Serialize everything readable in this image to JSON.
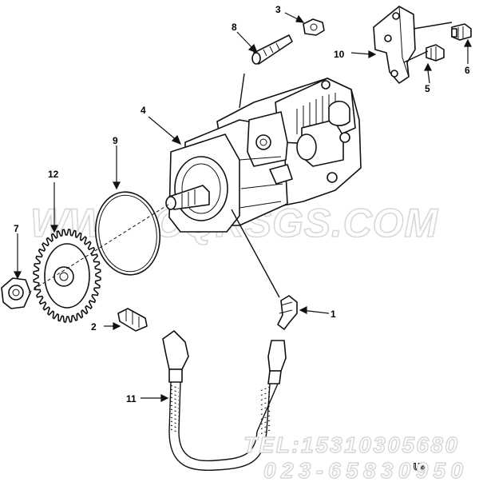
{
  "callouts": [
    {
      "id": "1",
      "label": "1"
    },
    {
      "id": "2",
      "label": "2"
    },
    {
      "id": "3",
      "label": "3"
    },
    {
      "id": "4",
      "label": "4"
    },
    {
      "id": "5",
      "label": "5"
    },
    {
      "id": "6",
      "label": "6"
    },
    {
      "id": "7",
      "label": "7"
    },
    {
      "id": "8",
      "label": "8"
    },
    {
      "id": "9",
      "label": "9"
    },
    {
      "id": "10",
      "label": "10"
    },
    {
      "id": "11",
      "label": "11"
    },
    {
      "id": "12",
      "label": "12"
    }
  ],
  "watermark": {
    "site": "WWW.CQKSGS.COM",
    "tel": "TEL:15310305680",
    "phone": "023-65830950",
    "code": "U5"
  }
}
